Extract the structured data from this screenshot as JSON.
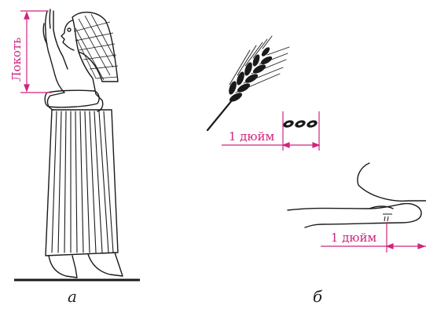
{
  "figure": {
    "accent_color": "#d1247e",
    "ink_color": "#1a1a1a",
    "panel_a": {
      "measure_label": "Локоть",
      "caption": "а",
      "subject": "egyptian-figure"
    },
    "panel_b": {
      "wheat_measure_label": "1 дюйм",
      "thumb_measure_label": "1 дюйм",
      "caption": "б",
      "subjects": [
        "wheat-ear",
        "barley-grains",
        "thumb"
      ]
    }
  }
}
